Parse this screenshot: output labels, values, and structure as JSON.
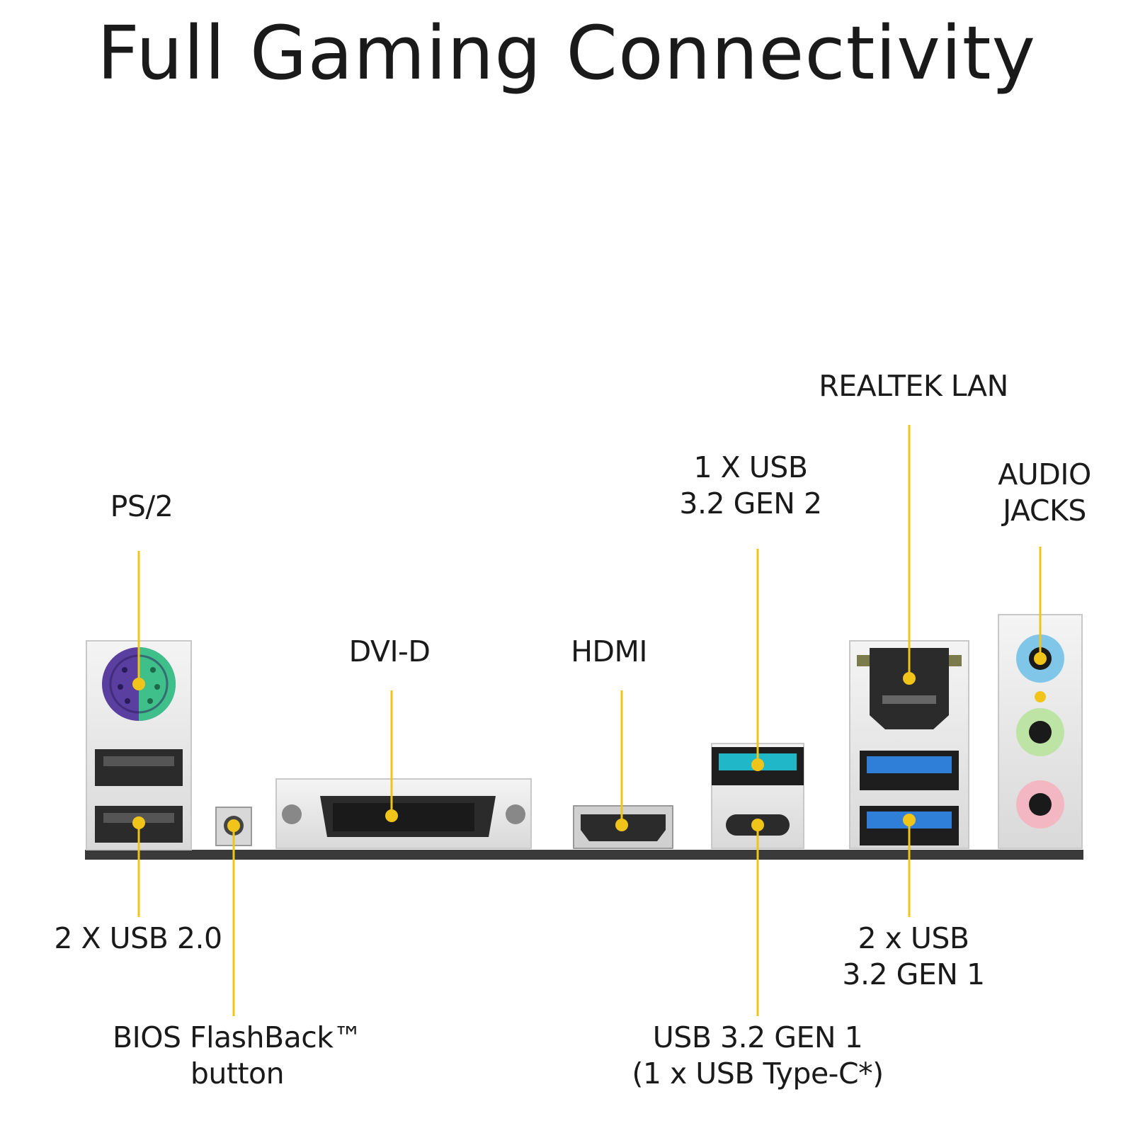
{
  "title": "Full Gaming Connectivity",
  "colors": {
    "leader": "#f0c419",
    "accent": "#f0c419",
    "usb3": "#2f7fd8",
    "usb32gen2": "#20b8c8",
    "ps2_keyboard": "#5a3fa0",
    "ps2_mouse": "#3fbf8a",
    "audio_blue": "#7fc6e8",
    "audio_green": "#bde3a5",
    "audio_pink": "#f2b7c3",
    "panel": "#eeeeee",
    "bar": "#3a3a3a"
  },
  "labels": {
    "ps2": [
      "PS/2"
    ],
    "dvi": [
      "DVI-D"
    ],
    "hdmi": [
      "HDMI"
    ],
    "usb_gen2": [
      "1 X USB",
      "3.2 GEN 2"
    ],
    "lan": [
      "REALTEK LAN"
    ],
    "audio": [
      "AUDIO",
      "JACKS"
    ],
    "usb20": [
      "2 X USB 2.0"
    ],
    "bios": [
      "BIOS FlashBack™",
      "button"
    ],
    "typec": [
      "USB 3.2 GEN 1",
      "(1 x USB Type-C*)"
    ],
    "usb_gen1": [
      "2 x USB",
      "3.2 GEN 1"
    ]
  }
}
